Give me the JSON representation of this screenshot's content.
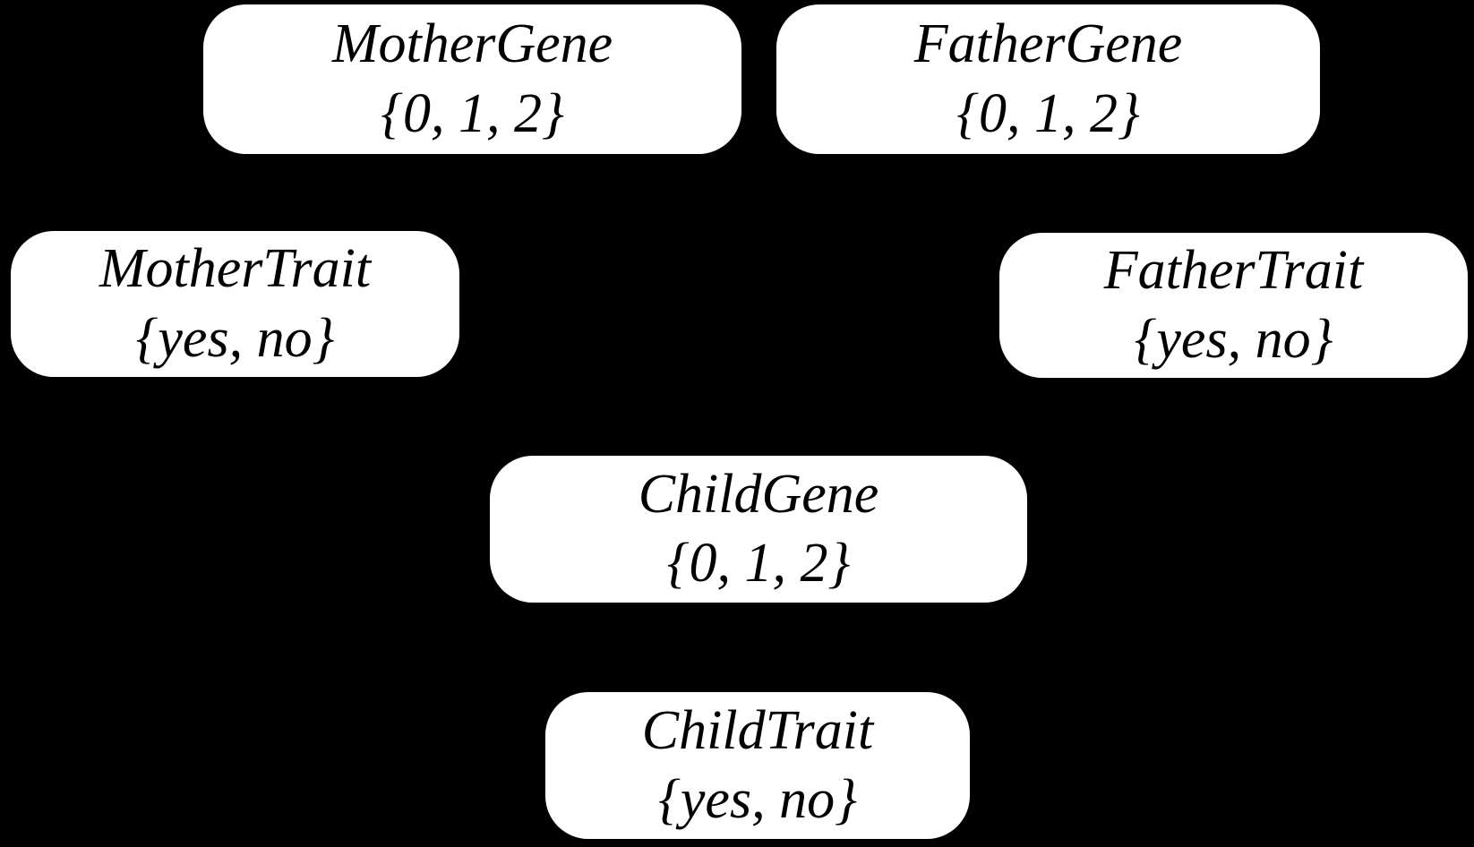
{
  "diagram": {
    "type": "bayesian-network",
    "background_color": "#000000",
    "node_style": {
      "fill_color": "#ffffff",
      "text_color": "#000000"
    },
    "nodes": [
      {
        "name": "MotherGene",
        "domain": "{0, 1, 2}"
      },
      {
        "name": "FatherGene",
        "domain": "{0, 1, 2}"
      },
      {
        "name": "MotherTrait",
        "domain": "{yes, no}"
      },
      {
        "name": "FatherTrait",
        "domain": "{yes, no}"
      },
      {
        "name": "ChildGene",
        "domain": "{0, 1, 2}"
      },
      {
        "name": "ChildTrait",
        "domain": "{yes, no}"
      }
    ]
  }
}
